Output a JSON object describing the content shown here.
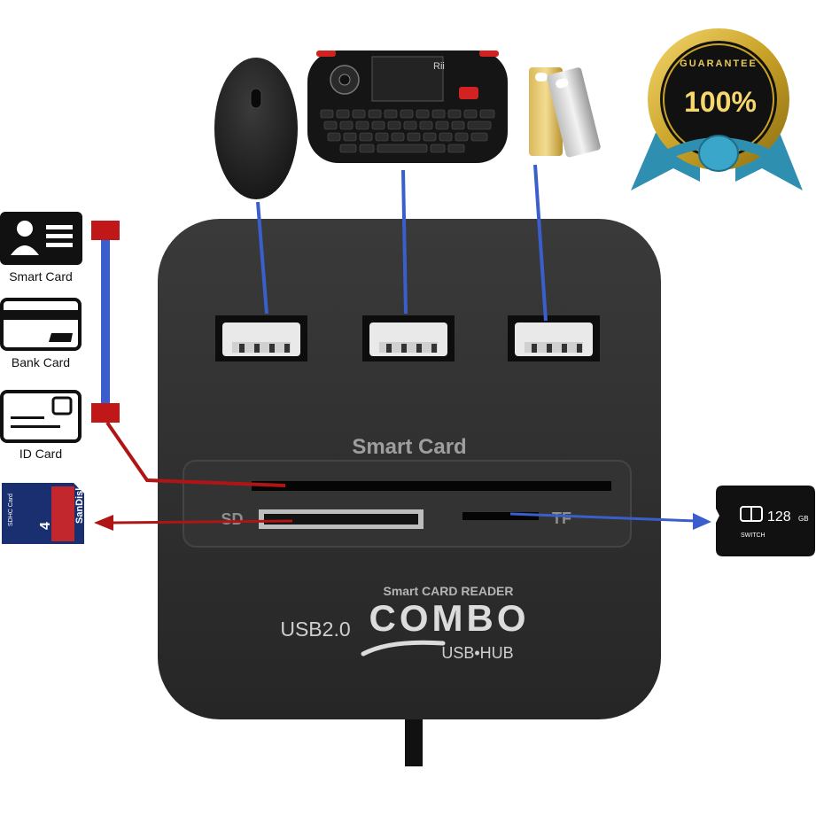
{
  "left_cards": {
    "smart_card_label": "Smart Card",
    "bank_card_label": "Bank Card",
    "id_card_label": "ID Card"
  },
  "hub": {
    "slot_label": "Smart Card",
    "sd_label": "SD",
    "tf_label": "TF",
    "tagline": "Smart CARD READER",
    "usb_label": "USB2.0",
    "combo_label": "COMBO",
    "hub_label": "USB•HUB"
  },
  "badge": {
    "guarantee_text": "GUARANTEE",
    "percent_text": "100%"
  },
  "sd_card": {
    "type_text": "SDHC Card",
    "capacity_text": "4",
    "brand_text": "SanDisk"
  },
  "micro_sd": {
    "capacity_text": "128",
    "unit_text": "GB",
    "brand_text": "SWITCH"
  },
  "keyboard": {
    "brand_text": "Rii"
  },
  "colors": {
    "hub_body": "#2e2e2e",
    "blue_line": "#3a5fcd",
    "red_line": "#b01515",
    "red_marker": "#c01818",
    "gold": "#c9a227"
  }
}
